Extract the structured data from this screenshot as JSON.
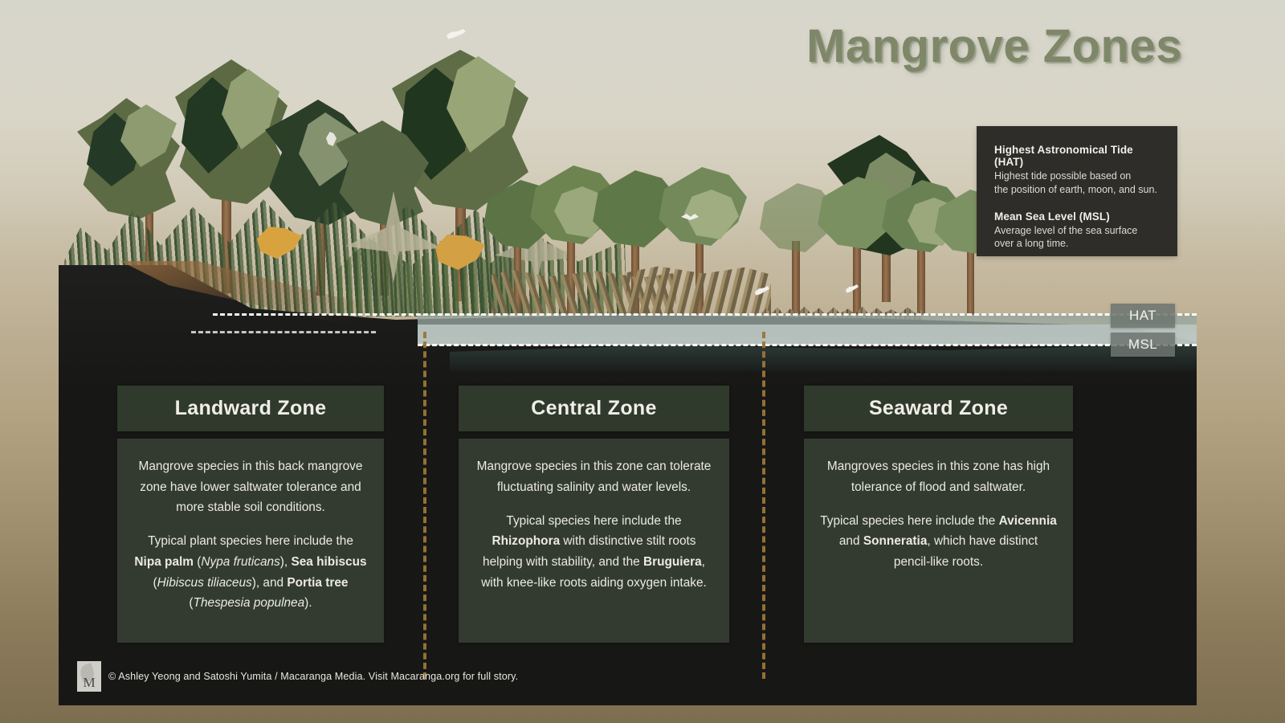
{
  "title": "Mangrove Zones",
  "legend": {
    "entries": [
      {
        "term": "Highest Astronomical Tide (HAT)",
        "line1": "Highest tide possible based on",
        "line2": "the position of earth, moon, and sun."
      },
      {
        "term": "Mean Sea Level (MSL)",
        "line1": "Average level of the sea surface",
        "line2": "over a long time."
      }
    ]
  },
  "tide_tags": {
    "hat": "HAT",
    "msl": "MSL"
  },
  "zones": [
    {
      "id": "landward",
      "title": "Landward Zone",
      "paragraph1": "Mangrove species in this back mangrove zone have lower saltwater tolerance and more stable soil conditions.",
      "paragraph2_parts": [
        {
          "text": "Typical plant species here include the ",
          "style": "normal"
        },
        {
          "text": "Nipa palm",
          "style": "bold"
        },
        {
          "text": " (",
          "style": "normal"
        },
        {
          "text": "Nypa fruticans",
          "style": "italic"
        },
        {
          "text": "), ",
          "style": "normal"
        },
        {
          "text": "Sea hibiscus",
          "style": "bold"
        },
        {
          "text": " (",
          "style": "normal"
        },
        {
          "text": "Hibiscus tiliaceus",
          "style": "italic"
        },
        {
          "text": "), and ",
          "style": "normal"
        },
        {
          "text": "Portia tree",
          "style": "bold"
        },
        {
          "text": " (",
          "style": "normal"
        },
        {
          "text": "Thespesia populnea",
          "style": "italic"
        },
        {
          "text": ").",
          "style": "normal"
        }
      ]
    },
    {
      "id": "central",
      "title": "Central Zone",
      "paragraph1": "Mangrove species in this zone can tolerate fluctuating salinity and water levels.",
      "paragraph2_parts": [
        {
          "text": "Typical species here include the ",
          "style": "normal"
        },
        {
          "text": "Rhizophora",
          "style": "bold"
        },
        {
          "text": " with distinctive stilt roots helping with stability, and the ",
          "style": "normal"
        },
        {
          "text": "Bruguiera",
          "style": "bold"
        },
        {
          "text": ", with knee-like roots aiding oxygen intake.",
          "style": "normal"
        }
      ]
    },
    {
      "id": "seaward",
      "title": "Seaward Zone",
      "paragraph1": "Mangroves species in this zone has high tolerance of flood and saltwater.",
      "paragraph2_parts": [
        {
          "text": "Typical species here include the ",
          "style": "normal"
        },
        {
          "text": "Avicennia",
          "style": "bold"
        },
        {
          "text": " and ",
          "style": "normal"
        },
        {
          "text": "Sonneratia",
          "style": "bold"
        },
        {
          "text": ", which have distinct pencil-like roots.",
          "style": "normal"
        }
      ]
    }
  ],
  "credit": {
    "text": "© Ashley Yeong and Satoshi Yumita / Macaranga Media. Visit Macaranga.org for full story.",
    "logo_letter": "M"
  },
  "colors": {
    "title_green": "#7f8769",
    "panel_body": "#333b30",
    "panel_title": "#2f3a2c",
    "soil_dark": "#171716",
    "divider_gold": "#9a7635",
    "legend_bg": "#2e2d2a",
    "tide_tag_bg": "#6c7470",
    "water_hat": "#96a49e",
    "water_msl": "#bdc8c4"
  },
  "illustration": {
    "description": "low-poly 3D cross-section of a mangrove forest",
    "tide_line_hat_label": "HAT dashed line",
    "tide_line_msl_label": "MSL dashed line"
  }
}
